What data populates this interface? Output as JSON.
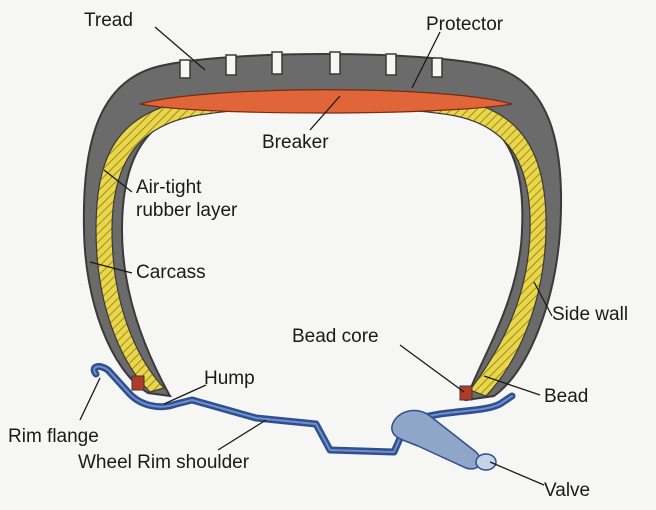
{
  "diagram": {
    "labels": {
      "tread": "Tread",
      "protector": "Protector",
      "breaker": "Breaker",
      "air_tight_layer": "Air-tight\nrubber layer",
      "carcass": "Carcass",
      "side_wall": "Side wall",
      "bead_core": "Bead core",
      "hump": "Hump",
      "bead": "Bead",
      "rim_flange": "Rim flange",
      "wheel_rim_shoulder": "Wheel Rim shoulder",
      "valve": "Valve"
    },
    "colors": {
      "rubber": "#6b6b6b",
      "rubber_edge": "#3a3a3a",
      "breaker": "#e0663a",
      "carcass": "#e9d64a",
      "rim": "#2f4f8f",
      "valve": "#8fa6c8",
      "bead_core": "#b23a2a",
      "background": "#f6f6f4"
    }
  }
}
